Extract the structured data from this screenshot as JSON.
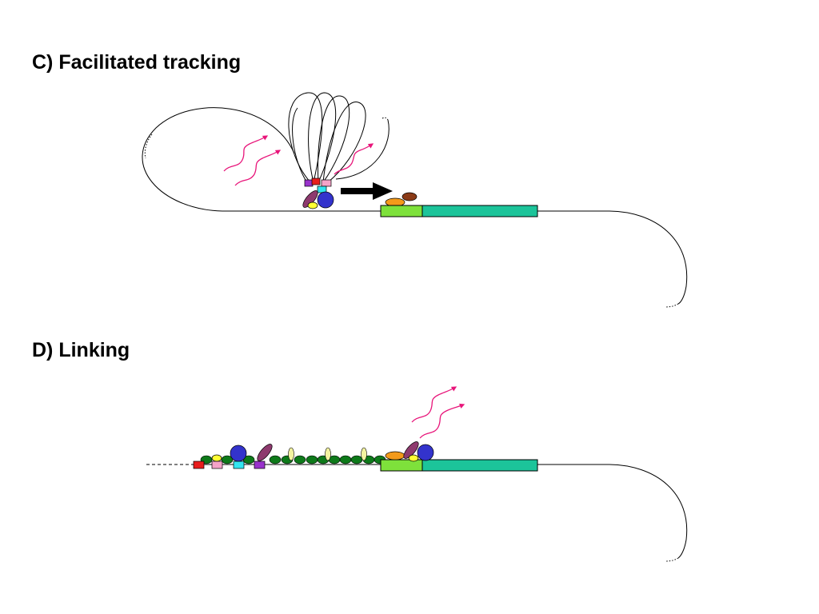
{
  "panels": [
    {
      "id": "C",
      "title": "C) Facilitated tracking"
    },
    {
      "id": "D",
      "title": "D) Linking"
    }
  ],
  "colors": {
    "dna_line": "#000000",
    "promoter": "#7ee13b",
    "gene": "#1cc49a",
    "rna_wave": "#e8157a",
    "nucleosome": "#0e7a1a",
    "activator_blue": "#3333cc",
    "factor_purple": "#8e3a6e",
    "factor_yellow": "#ffff33",
    "factor_orange": "#f39a1a",
    "factor_brown": "#8a3a16",
    "box_red": "#e81d1d",
    "box_pink": "#f5a3c8",
    "box_cyan": "#33e5f0",
    "box_violet": "#9933cc",
    "small_oval": "#f3f3a0",
    "tracking_arrow": "#000000"
  },
  "icons": {
    "tracking_arrow": "right-arrow",
    "rna_wave": "squiggle-arrow"
  }
}
